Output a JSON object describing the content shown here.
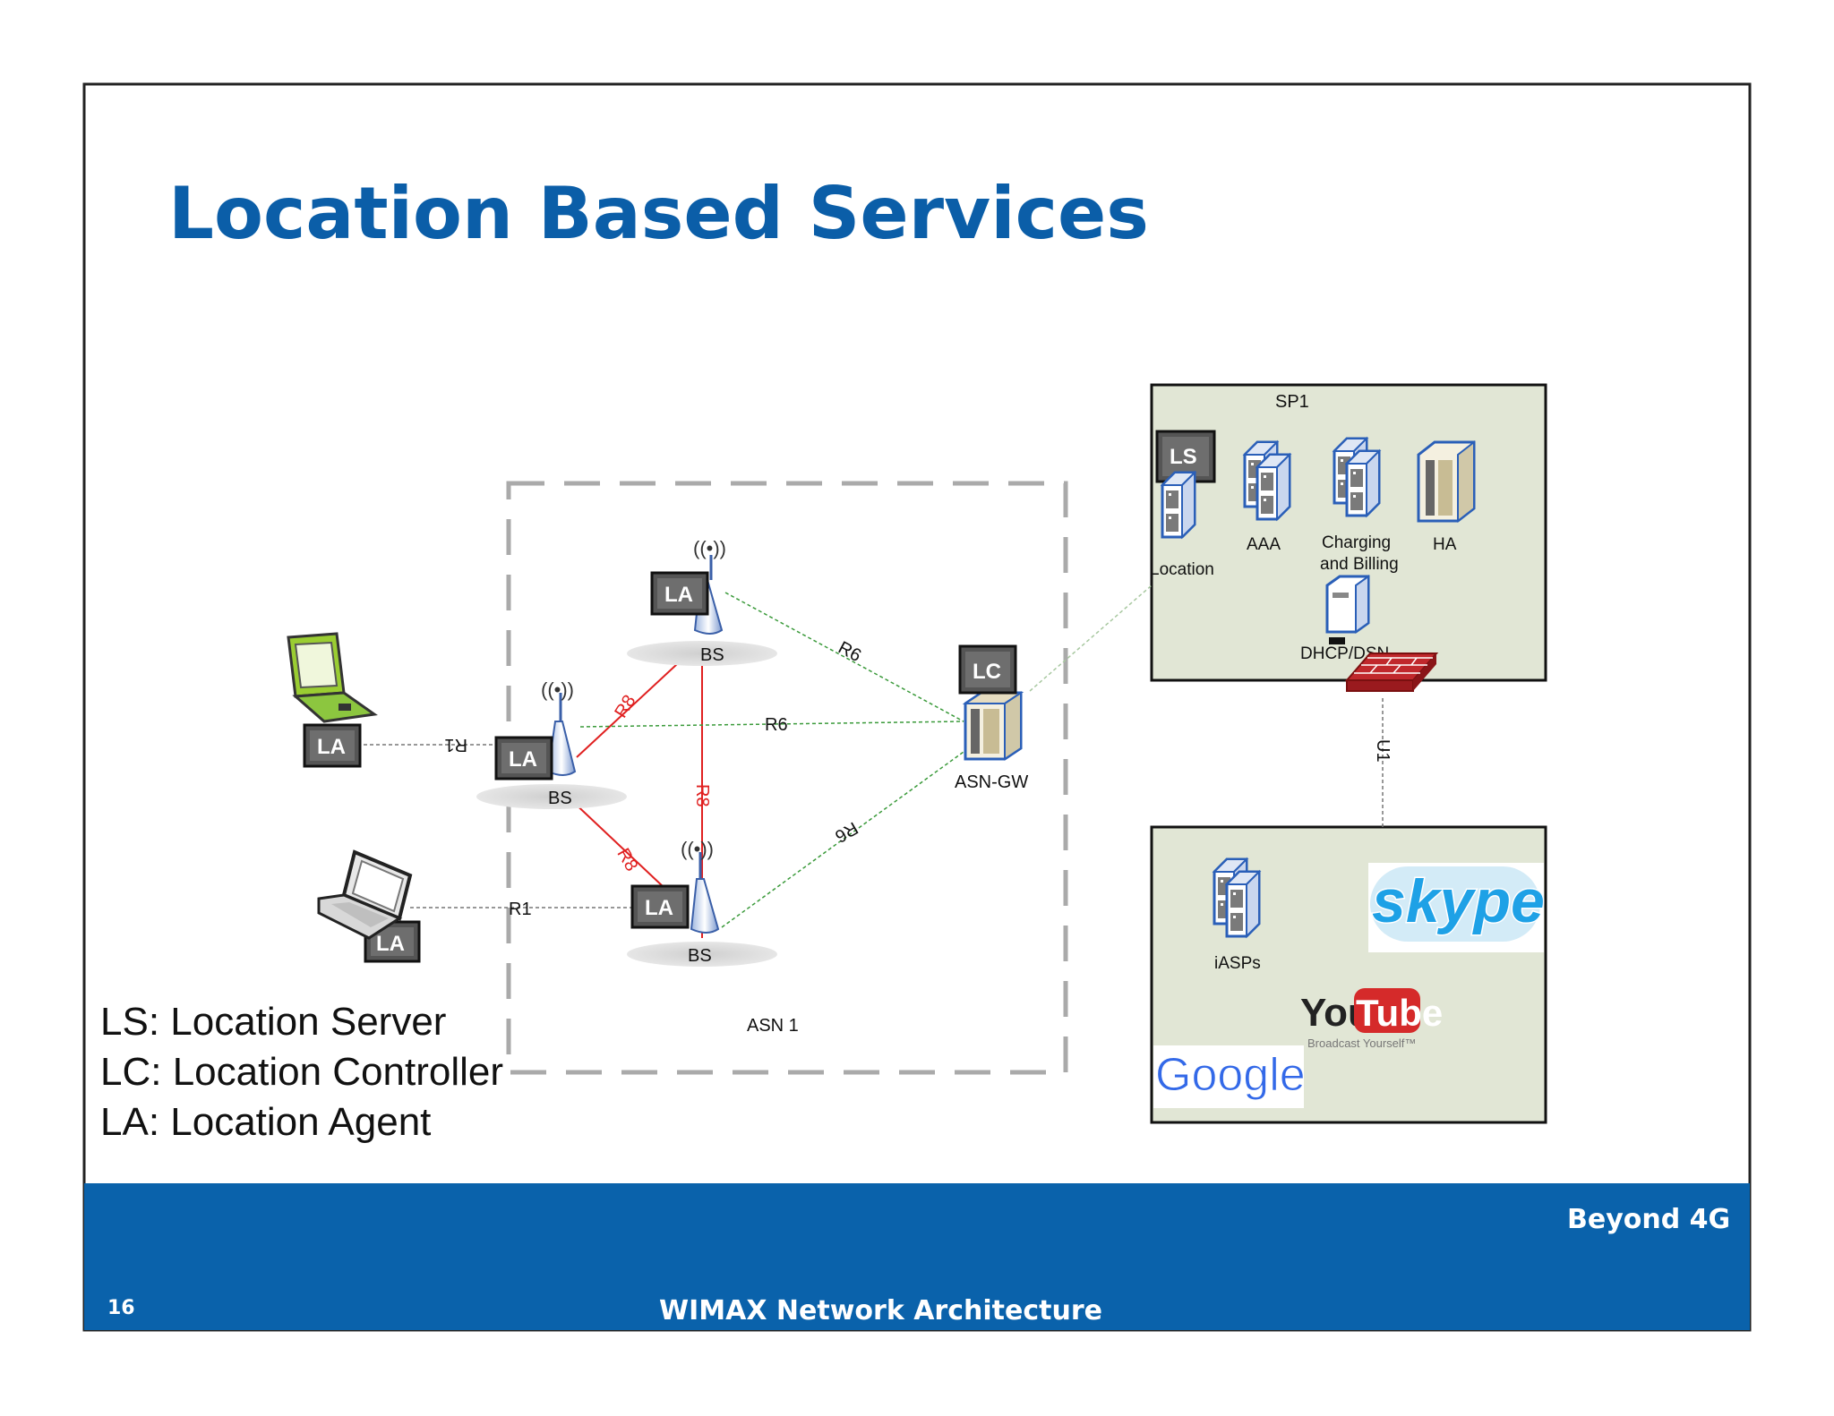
{
  "slide": {
    "title": "Location Based Services",
    "page_number": "16",
    "footer_right": "Beyond 4G",
    "footer_center": "WIMAX Network Architecture",
    "colors": {
      "title": "#0b5ea8",
      "footer_bar": "#0a62ab",
      "box_fill": "#e1e6d5",
      "red_link": "#e02020",
      "green_link": "#3a9a3a"
    }
  },
  "legend": [
    "LS: Location Server",
    "LC: Location Controller",
    "LA: Location Agent"
  ],
  "diagram": {
    "asn_label": "ASN 1",
    "sp_label": "SP1",
    "tags": {
      "la": "LA",
      "lc": "LC",
      "ls": "LS"
    },
    "bs_label": "BS",
    "gateway_label": "ASN-GW",
    "radio_glyph": "((•))",
    "links": {
      "r1": "R1",
      "r6": "R6",
      "r8": "R8",
      "u1": "U1"
    },
    "sp_servers": {
      "location": "Location",
      "aaa": "AAA",
      "charging_line1": "Charging",
      "charging_line2": "and Billing",
      "ha": "HA",
      "dhcp": "DHCP/DSN"
    },
    "services": {
      "iasps": "iASPs",
      "skype": "skype",
      "youtube_you": "You",
      "youtube_tube": "Tube",
      "youtube_tag": "Broadcast Yourself™",
      "google": "Google"
    }
  }
}
